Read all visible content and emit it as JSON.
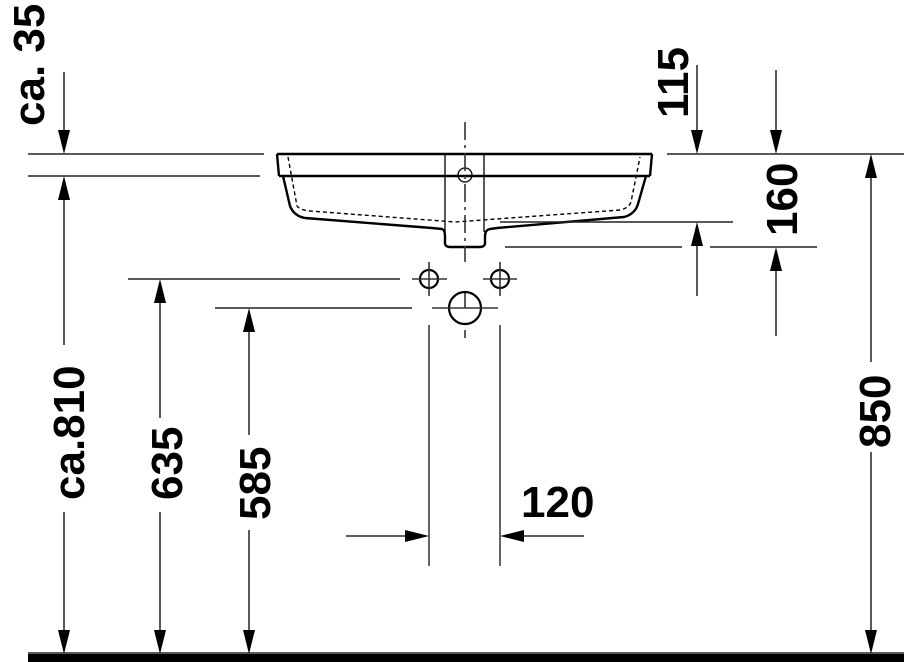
{
  "drawing": {
    "title": "Washbasin installation dimensions (front elevation)",
    "units": "mm",
    "colors": {
      "line": "#000000",
      "background": "#ffffff"
    },
    "dimensions": {
      "rim_thickness": {
        "label": "ca. 35"
      },
      "rim_height": {
        "label": "ca.810"
      },
      "supply_height": {
        "label": "635"
      },
      "waste_height": {
        "label": "585"
      },
      "supply_spacing": {
        "label": "120"
      },
      "overflow_depth": {
        "label": "115"
      },
      "bowl_depth": {
        "label": "160"
      },
      "counter_height": {
        "label": "850"
      }
    },
    "features": [
      "basin-profile",
      "overflow-hole",
      "supply-connection-left",
      "supply-connection-right",
      "waste-outlet",
      "floor-line",
      "centerline"
    ]
  }
}
